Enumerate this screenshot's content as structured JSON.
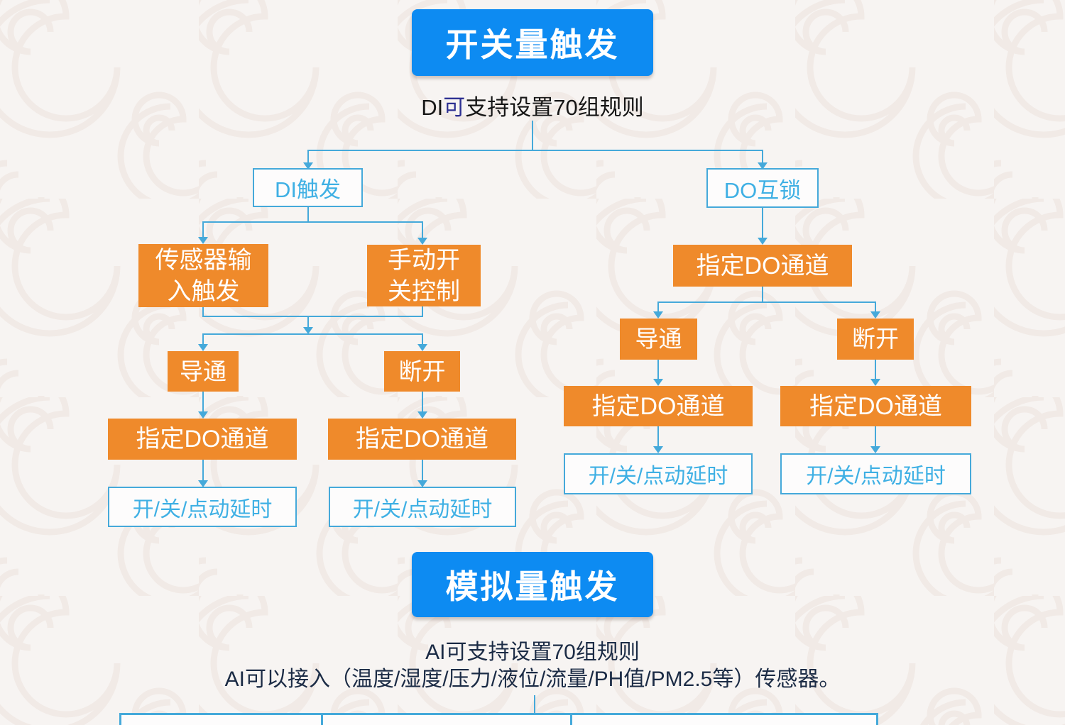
{
  "colors": {
    "title_bg": "#0d8bf2",
    "node_orange": "#ef8a2b",
    "line_blue": "#45a9da",
    "node_text_blue": "#3fb0e4",
    "text_dark": "#161616",
    "text_navy": "#1b2b45",
    "accent_indigo": "#2e3192",
    "bg_base": "#f7f4f2",
    "bg_pattern": "#f1eae6"
  },
  "digital_section": {
    "title": "开关量触发",
    "subtitle": {
      "pre": "DI",
      "accent": "可",
      "post": "支持设置70组规则"
    },
    "di_branch": {
      "root": "DI触发",
      "sensor_node_line1": "传感器输",
      "sensor_node_line2": "入触发",
      "manual_node_line1": "手动开",
      "manual_node_line2": "关控制",
      "on_node": "导通",
      "off_node": "断开",
      "on_channel_node": "指定DO通道",
      "off_channel_node": "指定DO通道",
      "on_delay_node": "开/关/点动延时",
      "off_delay_node": "开/关/点动延时"
    },
    "do_branch": {
      "root": "DO互锁",
      "channel_node": "指定DO通道",
      "on_node": "导通",
      "off_node": "断开",
      "on_channel_node": "指定DO通道",
      "off_channel_node": "指定DO通道",
      "on_delay_node": "开/关/点动延时",
      "off_delay_node": "开/关/点动延时"
    }
  },
  "analog_section": {
    "title": "模拟量触发",
    "subtitle_line1": "AI可支持设置70组规则",
    "subtitle_line2": "AI可以接入（温度/湿度/压力/液位/流量/PH值/PM2.5等）传感器。"
  }
}
